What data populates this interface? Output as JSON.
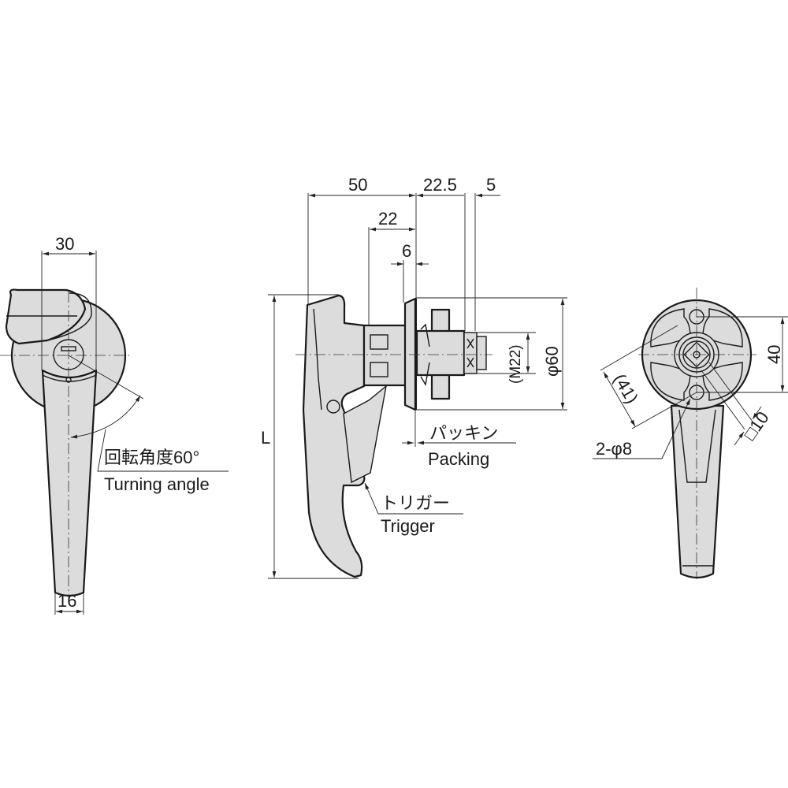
{
  "drawing": {
    "title": "Lever latch technical drawing",
    "views": [
      "front-view",
      "side-view",
      "rear-view"
    ]
  },
  "front_view": {
    "dim_width_top": "30",
    "dim_width_bottom": "16",
    "turning_angle_jp": "回転角度60°",
    "turning_angle_en": "Turning angle"
  },
  "side_view": {
    "dim_overall_depth": "50",
    "dim_body_depth": "22",
    "dim_flange": "6",
    "dim_thread_length": "22.5",
    "dim_nut": "5",
    "dim_length": "L",
    "dim_thread": "(M22)",
    "dim_flange_dia": "φ60",
    "packing_jp": "パッキン",
    "packing_en": "Packing",
    "trigger_jp": "トリガー",
    "trigger_en": "Trigger"
  },
  "rear_view": {
    "dim_hole_pitch": "40",
    "dim_diagonal": "(41)",
    "dim_holes": "2-φ8",
    "dim_square": "□10"
  },
  "colors": {
    "part_fill": "#dcdcdc",
    "line": "#1a1a1a",
    "background": "#ffffff"
  }
}
